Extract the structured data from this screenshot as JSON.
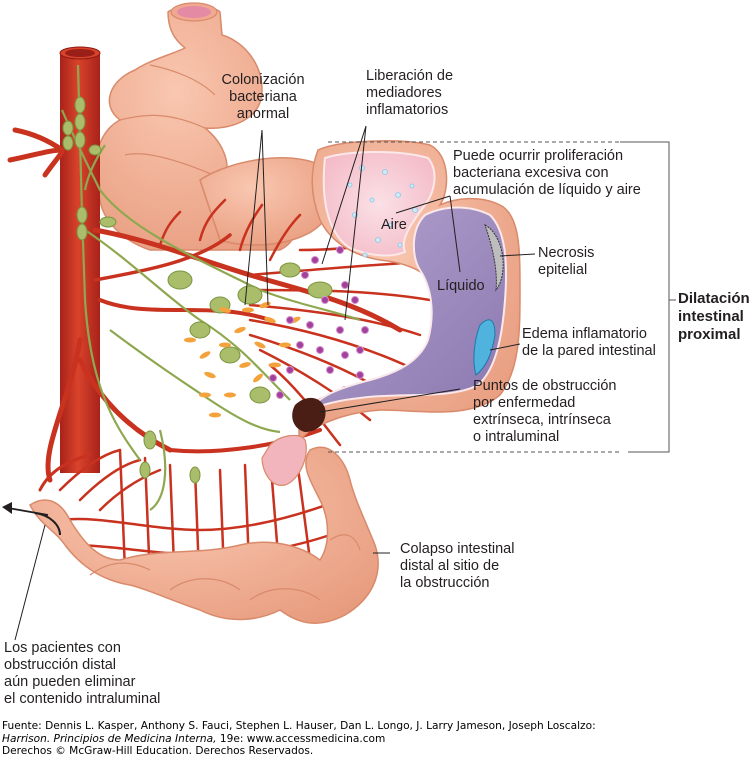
{
  "figure": {
    "colors": {
      "intestine": "#f2ae92",
      "intestine_outline": "#d98a6b",
      "artery": "#c8321f",
      "lymph": "#9bb35a",
      "lymph_node": "#a9bd6b",
      "bacteria": "#f4a23c",
      "mediator": "#a2409a",
      "mucosa_air": "#f6c3cf",
      "fluid": "#9e8cbf",
      "edema": "#4fb3dd",
      "necrosis": "#b9b9b9",
      "obstruction": "#4a1e15",
      "bracket": "#555555"
    },
    "labels": {
      "colonization": "Colonización\nbacteriana\nanormal",
      "mediators": "Liberación de\nmediadores\ninflamatorios",
      "proliferation": "Puede ocurrir proliferación\nbacteriana excesiva con\nacumulación de líquido y aire",
      "air": "Aire",
      "fluid": "Líquido",
      "necrosis": "Necrosis\nepitelial",
      "edema": "Edema inflamatorio\nde la pared intestinal",
      "obstruction_points": "Puntos de obstrucción\npor enfermedad\nextrínseca, intrínseca\no intraluminal",
      "proximal_dilation": "Dilatación\nintestinal\nproximal",
      "distal_collapse": "Colapso intestinal\ndistal al sitio de\nla obstrucción",
      "distal_patients": "Los pacientes con\nobstrucción distal\naún pueden eliminar\nel contenido intraluminal"
    }
  },
  "caption": {
    "source_prefix": "Fuente: Dennis L. Kasper, Anthony S. Fauci, Stephen L. Hauser, Dan L. Longo, J. Larry Jameson, Joseph Loscalzo:",
    "book_title": "Harrison. Principios de Medicina Interna,",
    "edition_url": " 19e: www.accessmedicina.com",
    "rights": "Derechos © McGraw-Hill Education. Derechos Reservados."
  }
}
